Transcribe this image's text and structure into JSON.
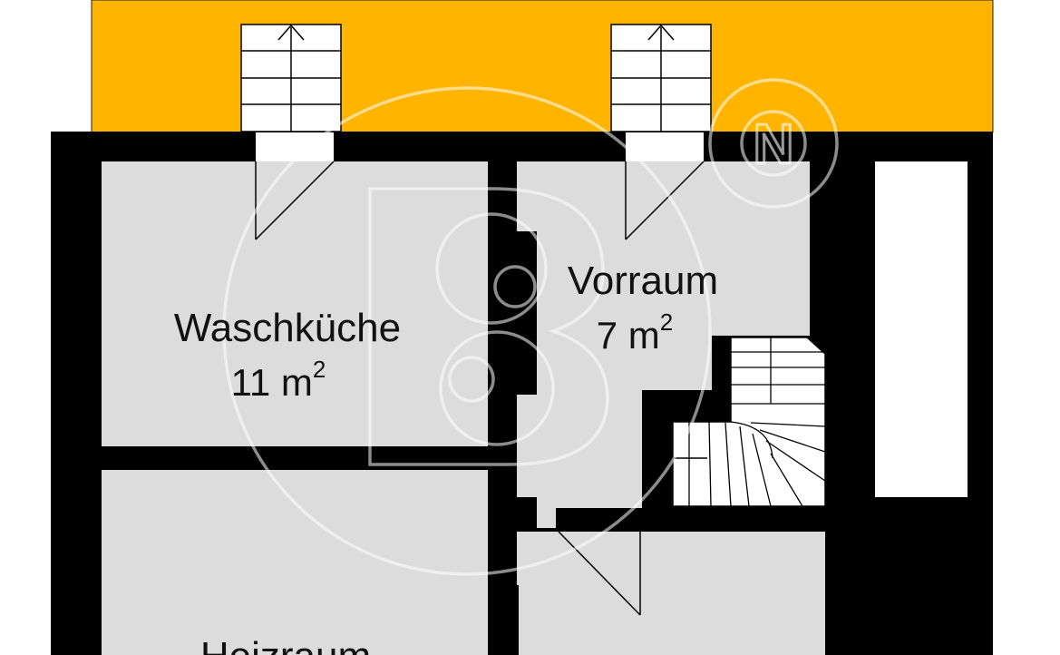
{
  "colors": {
    "terrace": "#FFB400",
    "wall": "#000000",
    "room_fill": "#DCDCDC",
    "stairs_fill": "#FFFFFF",
    "text": "#111111"
  },
  "rooms": [
    {
      "name": "Waschküche",
      "area_value": "11 m",
      "area_exponent": "2"
    },
    {
      "name": "Vorraum",
      "area_value": "7 m",
      "area_exponent": "2"
    },
    {
      "name": "Heizraum",
      "area_value": "",
      "area_exponent": ""
    }
  ],
  "icons": {
    "watermark": "b-circle-logo-icon",
    "watermark_badge": "n-circle-icon",
    "stair_arrow": "arrow-icon"
  },
  "watermark_badge_letter": "N"
}
